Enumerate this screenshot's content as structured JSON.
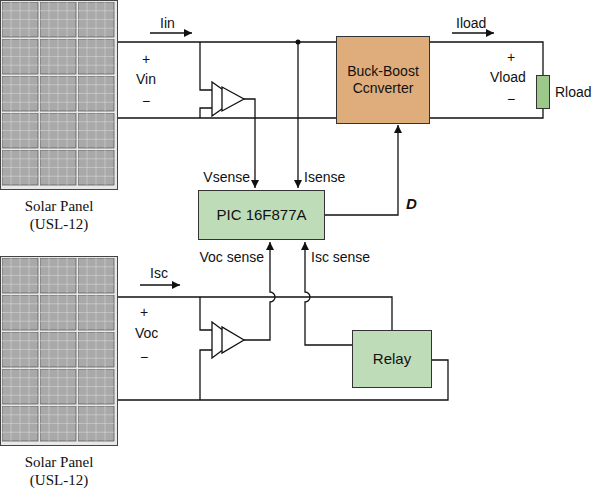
{
  "diagram": {
    "nodes": [
      {
        "text": [
          "Solar Panel (USL-12)"
        ]
      },
      {
        "text": [
          "Buck-Boost Ccnverter"
        ]
      },
      {
        "text": [
          "Rload"
        ]
      },
      {
        "text": [
          "PIC 16F877A"
        ]
      },
      {
        "text": [
          "Solar Panel (USL-12)"
        ]
      },
      {
        "text": [
          "Relay"
        ]
      }
    ],
    "edges": [
      {
        "from": 0,
        "to": 1,
        "arrow": "none"
      },
      {
        "from": 1,
        "to": 2,
        "arrow": "none"
      },
      {
        "from": 3,
        "to": 1,
        "label": "D",
        "arrow": "to"
      },
      {
        "from": 4,
        "to": 5,
        "arrow": "none"
      }
    ],
    "labels": [
      "Iin",
      "+",
      "Vin",
      "−",
      "Iload",
      "+",
      "Vload",
      "−",
      "Vsense",
      "Isense",
      "Voc sense",
      "Isc sense",
      "Isc",
      "+",
      "Voc",
      "−"
    ]
  }
}
